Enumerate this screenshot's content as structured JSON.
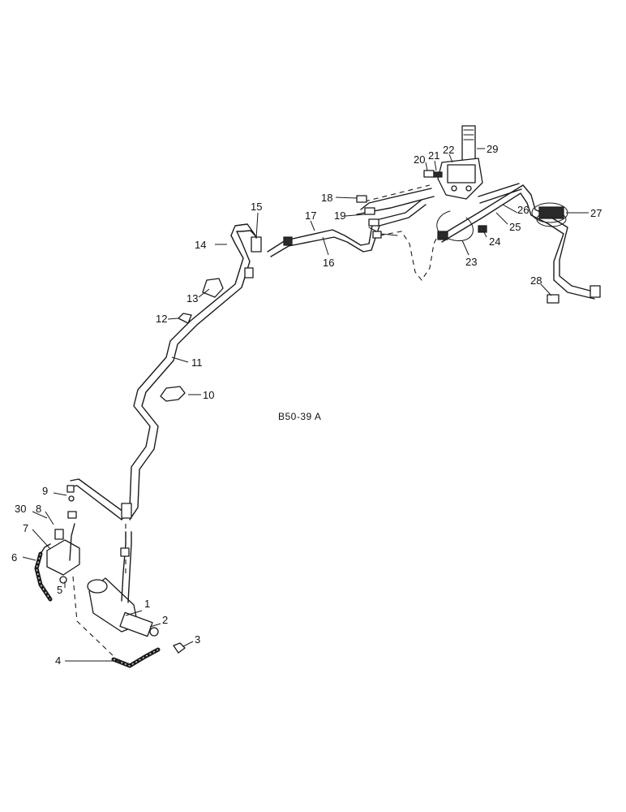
{
  "diagram": {
    "reference_code": "B50-39 A",
    "callouts": [
      "1",
      "2",
      "3",
      "4",
      "5",
      "6",
      "7",
      "8",
      "9",
      "10",
      "11",
      "12",
      "13",
      "14",
      "15",
      "16",
      "17",
      "18",
      "19",
      "20",
      "21",
      "22",
      "23",
      "24",
      "25",
      "26",
      "27",
      "28",
      "29",
      "30"
    ]
  }
}
